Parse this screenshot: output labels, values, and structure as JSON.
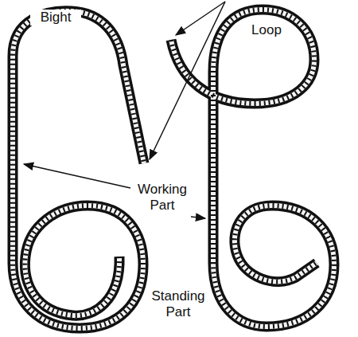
{
  "diagram": {
    "labels": [
      "Bight",
      "Loop",
      "Working Part",
      "Standing Part"
    ]
  }
}
